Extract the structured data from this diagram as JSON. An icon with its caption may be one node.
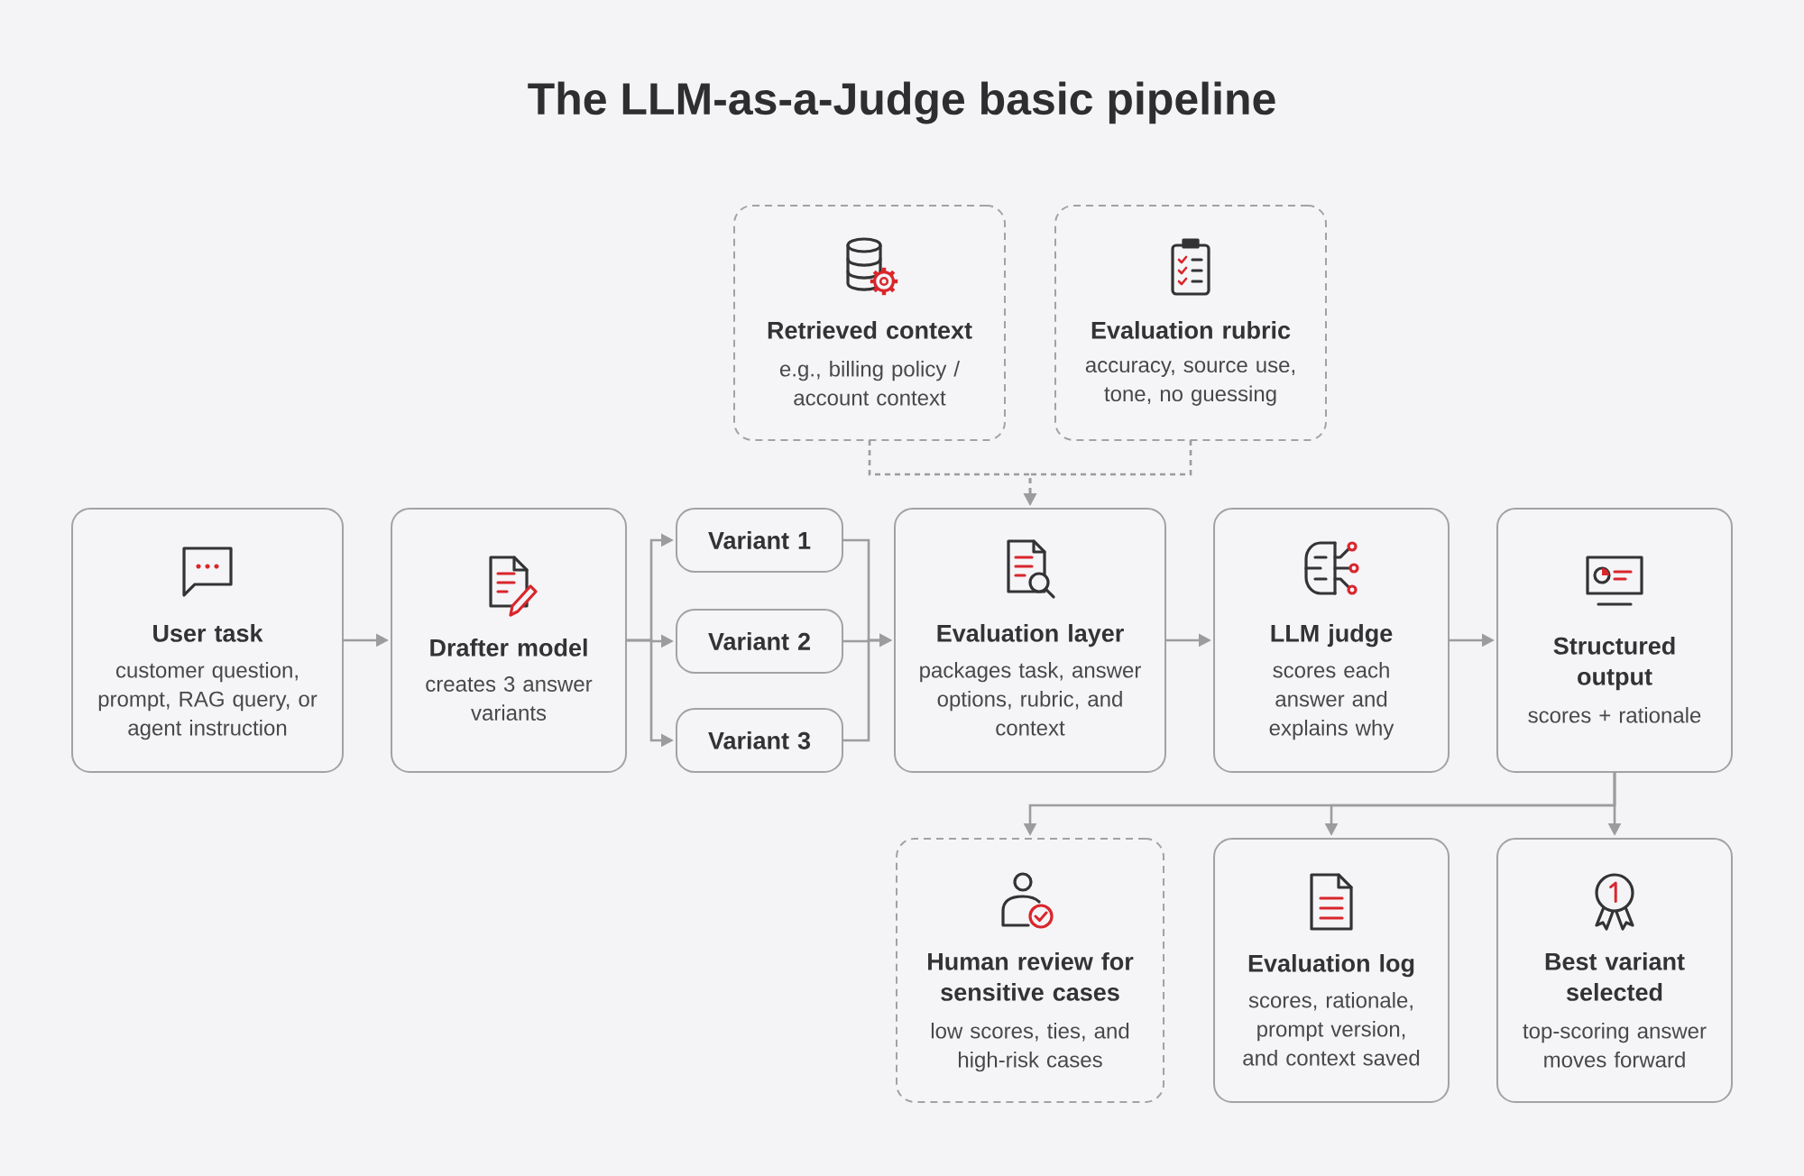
{
  "diagram": {
    "title": "The LLM-as-a-Judge basic pipeline",
    "nodes": [
      {
        "text": [
          "Retrieved context",
          "e.g., billing policy / account context"
        ]
      },
      {
        "text": [
          "Evaluation rubric",
          "accuracy, source use, tone, no guessing"
        ]
      },
      {
        "text": [
          "User task",
          "customer question, prompt, RAG query, or agent instruction"
        ]
      },
      {
        "text": [
          "Drafter model",
          "creates 3 answer variants"
        ]
      },
      {
        "text": [
          "Variant 1"
        ]
      },
      {
        "text": [
          "Variant 2"
        ]
      },
      {
        "text": [
          "Variant 3"
        ]
      },
      {
        "text": [
          "Evaluation layer",
          "packages task, answer options, rubric, and context"
        ]
      },
      {
        "text": [
          "LLM judge",
          "scores each answer and explains why"
        ]
      },
      {
        "text": [
          "Structured output",
          "scores + rationale"
        ]
      },
      {
        "text": [
          "Human review for sensitive cases",
          "low scores, ties, and high-risk cases"
        ]
      },
      {
        "text": [
          "Evaluation log",
          "scores, rationale, prompt version, and context saved"
        ]
      },
      {
        "text": [
          "Best variant selected",
          "top-scoring answer moves forward"
        ]
      }
    ],
    "edges": [
      {
        "from": 0,
        "to": 7,
        "arrow": "to",
        "style": "dashed"
      },
      {
        "from": 1,
        "to": 7,
        "arrow": "to",
        "style": "dashed"
      },
      {
        "from": 2,
        "to": 3,
        "arrow": "to"
      },
      {
        "from": 3,
        "to": 4,
        "arrow": "to"
      },
      {
        "from": 3,
        "to": 5,
        "arrow": "to"
      },
      {
        "from": 3,
        "to": 6,
        "arrow": "to"
      },
      {
        "from": 4,
        "to": 7,
        "arrow": "to"
      },
      {
        "from": 5,
        "to": 7,
        "arrow": "to"
      },
      {
        "from": 6,
        "to": 7,
        "arrow": "to"
      },
      {
        "from": 7,
        "to": 8,
        "arrow": "to"
      },
      {
        "from": 8,
        "to": 9,
        "arrow": "to"
      },
      {
        "from": 9,
        "to": 10,
        "arrow": "to"
      },
      {
        "from": 9,
        "to": 11,
        "arrow": "to"
      },
      {
        "from": 9,
        "to": 12,
        "arrow": "to"
      }
    ]
  }
}
